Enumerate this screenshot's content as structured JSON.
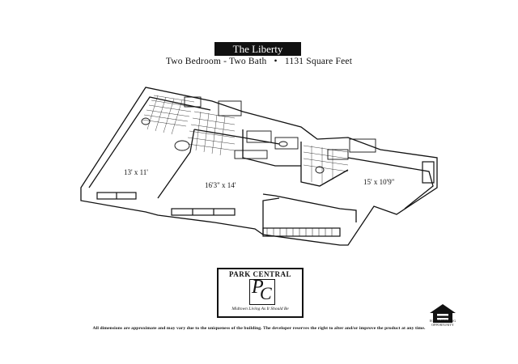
{
  "header": {
    "title": "The Liberty",
    "subtitle_left": "Two Bedroom - Two Bath",
    "subtitle_sep": "•",
    "subtitle_right": "1131 Square Feet"
  },
  "rooms": [
    {
      "label": "13' x 11'"
    },
    {
      "label": "16'3\" x 14'"
    },
    {
      "label": "15' x 10'9\""
    }
  ],
  "logo": {
    "name": "PARK CENTRAL",
    "monogram_p": "P",
    "monogram_c": "C",
    "tagline": "Midtown Living As It Should Be"
  },
  "disclaimer": "All dimensions are approximate and may vary due to the uniqueness of the building. The developer reserves the right to alter and/or improve the product at any time.",
  "badge": {
    "text": "EQUAL HOUSING OPPORTUNITY"
  }
}
